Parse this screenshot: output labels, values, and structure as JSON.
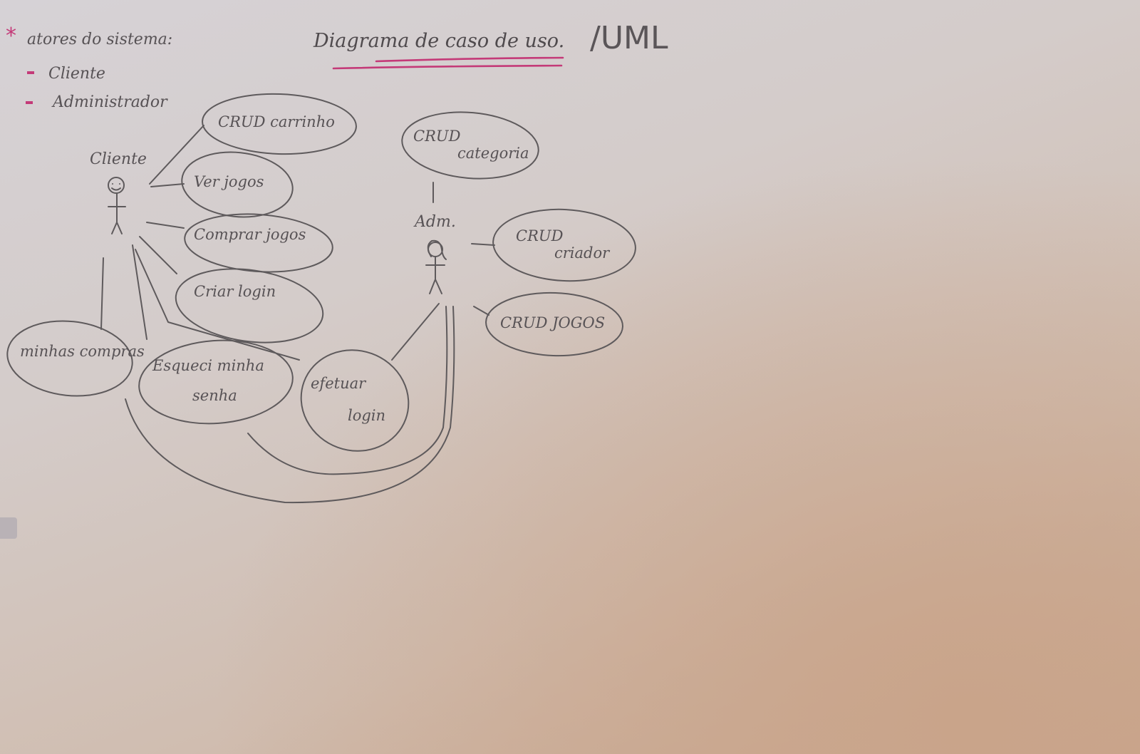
{
  "header": {
    "title": "Diagrama de caso de uso.",
    "title_suffix": "/UML"
  },
  "notes": {
    "heading": "atores do sistema:",
    "items": [
      "Cliente",
      "Administrador"
    ]
  },
  "actors": {
    "client": "Cliente",
    "admin": "Adm."
  },
  "use_cases": {
    "crud_carrinho": "CRUD carrinho",
    "ver_jogos": "Ver jogos",
    "comprar_jogos": "Comprar jogos",
    "criar_login": "Criar login",
    "minhas_compras": "minhas compras",
    "esqueci_senha_1": "Esqueci minha",
    "esqueci_senha_2": "senha",
    "efetuar_login_1": "efetuar",
    "efetuar_login_2": "login",
    "crud_categoria_1": "CRUD",
    "crud_categoria_2": "categoria",
    "crud_criador_1": "CRUD",
    "crud_criador_2": "criador",
    "crud_jogos": "CRUD JOGOS"
  },
  "colors": {
    "pencil": "#5e5a5c",
    "marker": "#c43a78",
    "paper": "#d4ccca"
  }
}
